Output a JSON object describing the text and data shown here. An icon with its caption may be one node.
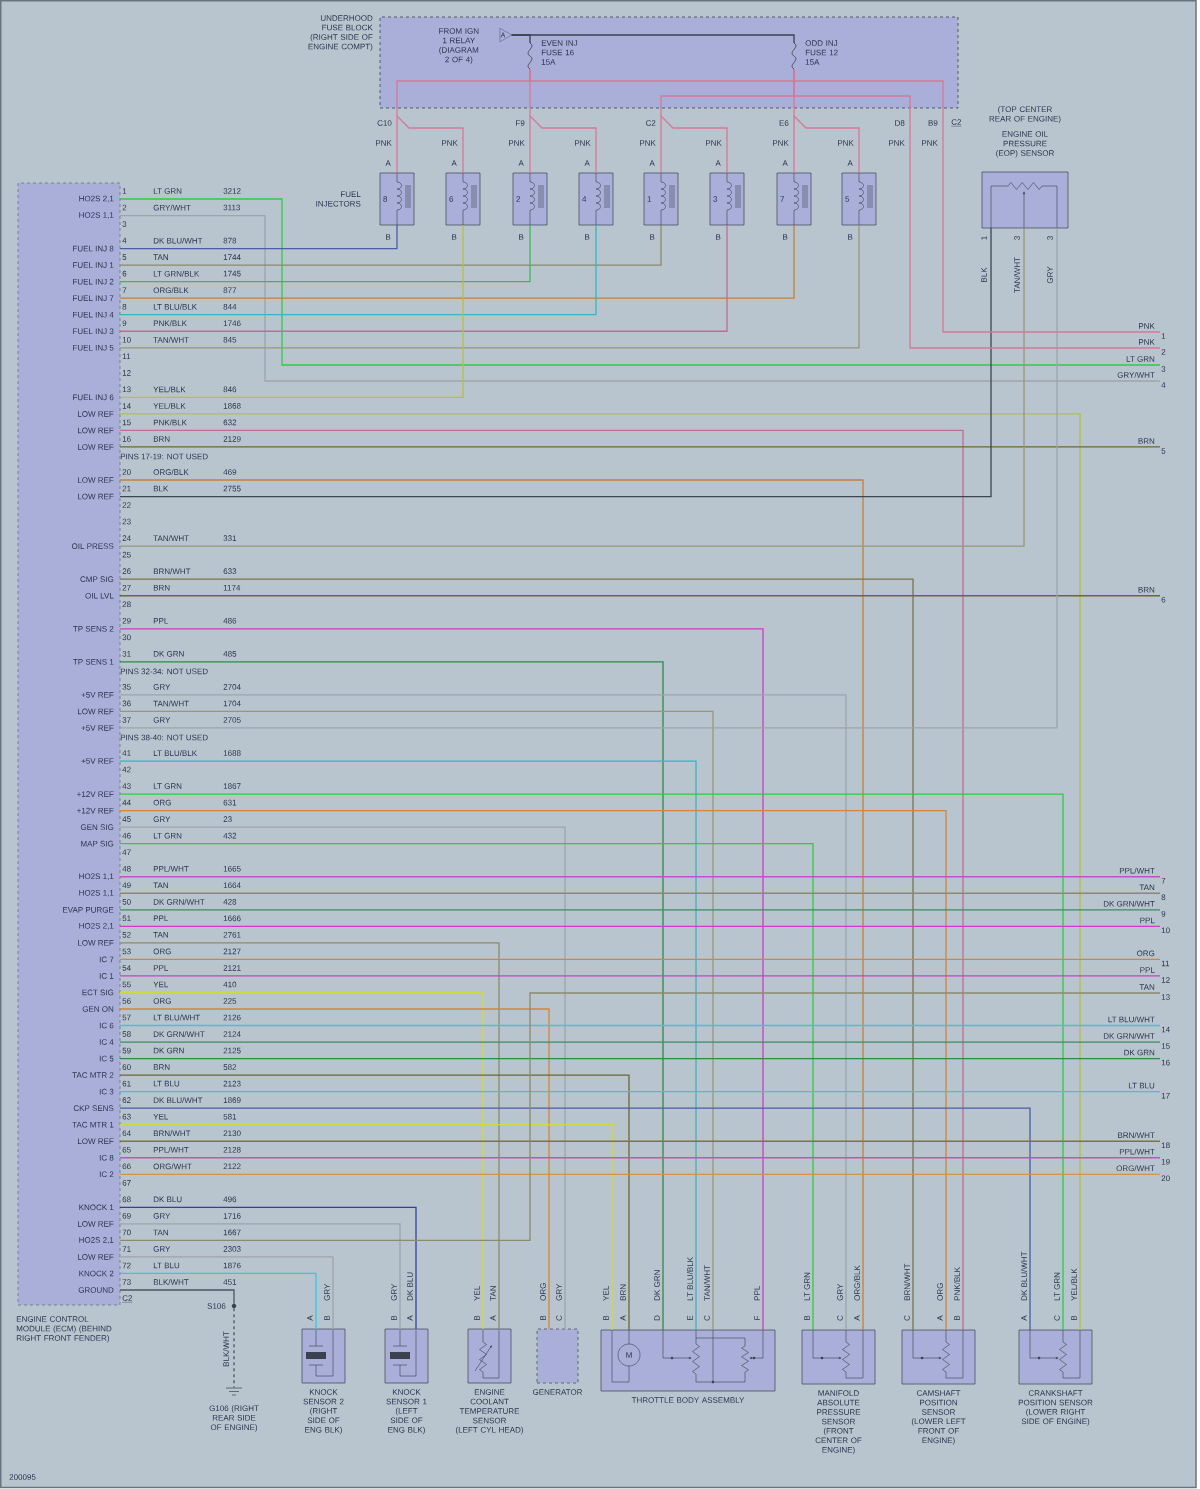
{
  "diagram": {
    "nodes": [
      {
        "text": [
          "HO2S 2,1",
          "HO2S 1,1",
          "FUEL INJ 8",
          "FUEL INJ 1",
          "FUEL INJ 2",
          "FUEL INJ 7",
          "FUEL INJ 4",
          "FUEL INJ 3",
          "FUEL INJ 5",
          "FUEL INJ 6",
          "LOW REF",
          "LOW REF",
          "LOW REF",
          "LOW REF",
          "LOW REF",
          "OIL PRESS",
          "CMP SIG",
          "OIL LVL",
          "TP SENS 2",
          "TP SENS 1",
          "+5V REF",
          "LOW REF",
          "+5V REF",
          "+5V REF",
          "+12V REF",
          "+12V REF",
          "GEN SIG",
          "MAP SIG",
          "HO2S 1,1",
          "HO2S 1,1",
          "EVAP PURGE",
          "HO2S 2,1",
          "LOW REF",
          "IC 7",
          "IC 1",
          "ECT SIG",
          "GEN ON",
          "IC 6",
          "IC 4",
          "IC 5",
          "TAC MTR 2",
          "IC 3",
          "CKP SENS",
          "TAC MTR 1",
          "LOW REF",
          "IC 8",
          "IC 2",
          "KNOCK 1",
          "LOW REF",
          "HO2S 2,1",
          "LOW REF",
          "KNOCK 2",
          "GROUND",
          "ENGINE CONTROL MODULE (ECM) (BEHIND RIGHT FRONT FENDER)"
        ],
        "beside": [
          "C2"
        ]
      },
      {
        "text": [
          "UNDERHOOD FUSE BLOCK (RIGHT SIDE OF ENGINE COMPT)"
        ],
        "beside": [
          "C2"
        ]
      },
      {
        "text": [
          "A"
        ],
        "beside": [
          "FROM IGN 1 RELAY (DIAGRAM 2 OF 4)"
        ],
        "in": 1
      },
      {
        "text": [],
        "shape": "fuse",
        "beside": [
          "EVEN INJ FUSE 16 15A"
        ],
        "in": 1
      },
      {
        "text": [],
        "shape": "fuse",
        "beside": [
          "ODD INJ FUSE 12 15A"
        ],
        "in": 1
      },
      {
        "text": [
          "8"
        ]
      },
      {
        "text": [
          "6"
        ]
      },
      {
        "text": [
          "2"
        ]
      },
      {
        "text": [
          "4"
        ]
      },
      {
        "text": [
          "1"
        ]
      },
      {
        "text": [
          "3"
        ]
      },
      {
        "text": [
          "7"
        ]
      },
      {
        "text": [
          "5"
        ]
      },
      {
        "text": [
          "(TOP CENTER REAR OF ENGINE)",
          "ENGINE OIL PRESSURE (EOP) SENSOR"
        ]
      },
      {
        "text": [],
        "shape": "dot",
        "beside": [
          "S106"
        ]
      },
      {
        "text": [],
        "shape": "ground",
        "beside": [
          "G106 (RIGHT REAR SIDE OF ENGINE)"
        ]
      },
      {
        "text": [
          "KNOCK SENSOR 2",
          "(RIGHT SIDE OF ENG BLK)"
        ]
      },
      {
        "text": [
          "KNOCK SENSOR 1",
          "(LEFT SIDE OF ENG BLK)"
        ]
      },
      {
        "text": [
          "ENGINE COOLANT TEMPERATURE SENSOR",
          "(LEFT CYL HEAD)"
        ]
      },
      {
        "text": [
          "GENERATOR"
        ]
      },
      {
        "text": [
          "THROTTLE BODY ASSEMBLY",
          "M"
        ]
      },
      {
        "text": [
          "MANIFOLD ABSOLUTE PRESSURE SENSOR",
          "(FRONT CENTER OF ENGINE)"
        ]
      },
      {
        "text": [
          "CAMSHAFT POSITION SENSOR",
          "(LOWER LEFT FRONT OF ENGINE)"
        ]
      },
      {
        "text": [
          "CRANKSHAFT POSITION SENSOR",
          "(LOWER RIGHT SIDE OF ENGINE)"
        ]
      },
      {
        "text": [
          "1"
        ]
      },
      {
        "text": [
          "2"
        ]
      },
      {
        "text": [
          "3"
        ]
      },
      {
        "text": [
          "4"
        ]
      },
      {
        "text": [
          "5"
        ]
      },
      {
        "text": [
          "6"
        ]
      },
      {
        "text": [
          "7"
        ]
      },
      {
        "text": [
          "8"
        ]
      },
      {
        "text": [
          "9"
        ]
      },
      {
        "text": [
          "10"
        ]
      },
      {
        "text": [
          "11"
        ]
      },
      {
        "text": [
          "12"
        ]
      },
      {
        "text": [
          "13"
        ]
      },
      {
        "text": [
          "14"
        ]
      },
      {
        "text": [
          "15"
        ]
      },
      {
        "text": [
          "16"
        ]
      },
      {
        "text": [
          "17"
        ]
      },
      {
        "text": [
          "18"
        ]
      },
      {
        "text": [
          "19"
        ]
      },
      {
        "text": [
          "20"
        ]
      }
    ],
    "edges": [
      {
        "from": 2,
        "to": 3,
        "arrow": "none",
        "color": "#39424c"
      },
      {
        "from": 2,
        "to": 4,
        "arrow": "none",
        "color": "#39424c"
      },
      {
        "from": 3,
        "to": 5,
        "arrow": "none",
        "label": "PNK",
        "color": "#d77896"
      },
      {
        "from": 3,
        "to": 6,
        "arrow": "none",
        "label": "PNK",
        "color": "#d77896"
      },
      {
        "from": 3,
        "to": 7,
        "arrow": "none",
        "label": "PNK",
        "color": "#d77896"
      },
      {
        "from": 3,
        "to": 8,
        "arrow": "none",
        "label": "PNK",
        "color": "#d77896"
      },
      {
        "from": 4,
        "to": 9,
        "arrow": "none",
        "label": "PNK",
        "color": "#d77896"
      },
      {
        "from": 4,
        "to": 10,
        "arrow": "none",
        "label": "PNK",
        "color": "#d77896"
      },
      {
        "from": 4,
        "to": 11,
        "arrow": "none",
        "label": "PNK",
        "color": "#d77896"
      },
      {
        "from": 4,
        "to": 12,
        "arrow": "none",
        "label": "PNK",
        "color": "#d77896"
      },
      {
        "from": 4,
        "to": 25,
        "arrow": "none",
        "label": "PNK",
        "color": "#d77896"
      },
      {
        "from": 3,
        "to": 24,
        "arrow": "none",
        "label": "PNK",
        "color": "#d77896"
      },
      {
        "from": 0,
        "to": 26,
        "arrow": "none",
        "label": "LT GRN",
        "color": "#2ecc40"
      },
      {
        "from": 0,
        "to": 27,
        "arrow": "none",
        "label": "GRY/WHT",
        "color": "#9ea4aa"
      },
      {
        "from": 0,
        "to": 5,
        "arrow": "none",
        "color": "#4c5ca8"
      },
      {
        "from": 0,
        "to": 9,
        "arrow": "none",
        "color": "#8c8a6c"
      },
      {
        "from": 0,
        "to": 7,
        "arrow": "none",
        "color": "#3cb85a"
      },
      {
        "from": 0,
        "to": 11,
        "arrow": "none",
        "color": "#c4803c"
      },
      {
        "from": 0,
        "to": 8,
        "arrow": "none",
        "color": "#3ab4c4"
      },
      {
        "from": 0,
        "to": 10,
        "arrow": "none",
        "color": "#c06c98"
      },
      {
        "from": 0,
        "to": 12,
        "arrow": "none",
        "color": "#98967c"
      },
      {
        "from": 0,
        "to": 6,
        "arrow": "none",
        "color": "#b4c040"
      },
      {
        "from": 0,
        "to": 23,
        "arrow": "none",
        "label": "YEL/BLK",
        "color": "#b4c040"
      },
      {
        "from": 0,
        "to": 22,
        "arrow": "none",
        "label": "PNK/BLK",
        "color": "#c06c98"
      },
      {
        "from": 0,
        "to": 28,
        "arrow": "none",
        "label": "BRN",
        "color": "#6c6834"
      },
      {
        "from": 0,
        "to": 21,
        "arrow": "none",
        "label": "ORG/BLK",
        "color": "#c4803c"
      },
      {
        "from": 0,
        "to": 13,
        "arrow": "none",
        "label": "BLK",
        "color": "#3c4650"
      },
      {
        "from": 0,
        "to": 13,
        "arrow": "none",
        "label": "TAN/WHT",
        "color": "#98967c"
      },
      {
        "from": 0,
        "to": 22,
        "arrow": "none",
        "label": "BRN/WHT",
        "color": "#7c7448"
      },
      {
        "from": 0,
        "to": 29,
        "arrow": "none",
        "label": "BRN",
        "color": "#6c6834"
      },
      {
        "from": 0,
        "to": 20,
        "arrow": "none",
        "label": "PPL",
        "color": "#cc3ccc"
      },
      {
        "from": 0,
        "to": 20,
        "arrow": "none",
        "label": "DK GRN",
        "color": "#2c8c44"
      },
      {
        "from": 0,
        "to": 21,
        "arrow": "none",
        "label": "GRY",
        "color": "#9ea4aa"
      },
      {
        "from": 0,
        "to": 20,
        "arrow": "none",
        "label": "TAN/WHT",
        "color": "#98967c"
      },
      {
        "from": 0,
        "to": 13,
        "arrow": "none",
        "label": "GRY",
        "color": "#9ea4aa"
      },
      {
        "from": 0,
        "to": 20,
        "arrow": "none",
        "label": "LT BLU/BLK",
        "color": "#3ab4c4"
      },
      {
        "from": 0,
        "to": 23,
        "arrow": "none",
        "label": "LT GRN",
        "color": "#2ecc40"
      },
      {
        "from": 0,
        "to": 22,
        "arrow": "none",
        "label": "ORG",
        "color": "#d4843c"
      },
      {
        "from": 0,
        "to": 19,
        "arrow": "none",
        "label": "GRY",
        "color": "#9ea4aa"
      },
      {
        "from": 0,
        "to": 21,
        "arrow": "none",
        "label": "LT GRN",
        "color": "#2ecc40"
      },
      {
        "from": 0,
        "to": 30,
        "arrow": "none",
        "label": "PPL/WHT",
        "color": "#c450c8"
      },
      {
        "from": 0,
        "to": 31,
        "arrow": "none",
        "label": "TAN",
        "color": "#8c8a6c"
      },
      {
        "from": 0,
        "to": 32,
        "arrow": "none",
        "label": "DK GRN/WHT",
        "color": "#3c8c60"
      },
      {
        "from": 0,
        "to": 33,
        "arrow": "none",
        "label": "PPL",
        "color": "#cc3ccc"
      },
      {
        "from": 0,
        "to": 18,
        "arrow": "none",
        "label": "TAN",
        "color": "#8c8a6c"
      },
      {
        "from": 0,
        "to": 34,
        "arrow": "none",
        "label": "ORG",
        "color": "#d4843c"
      },
      {
        "from": 0,
        "to": 35,
        "arrow": "none",
        "label": "PPL",
        "color": "#cc3ccc"
      },
      {
        "from": 0,
        "to": 18,
        "arrow": "none",
        "label": "YEL",
        "color": "#d4d83c"
      },
      {
        "from": 0,
        "to": 19,
        "arrow": "none",
        "label": "ORG",
        "color": "#d4843c"
      },
      {
        "from": 0,
        "to": 37,
        "arrow": "none",
        "label": "LT BLU/WHT",
        "color": "#44c4cc"
      },
      {
        "from": 0,
        "to": 38,
        "arrow": "none",
        "label": "DK GRN/WHT",
        "color": "#3c8c60"
      },
      {
        "from": 0,
        "to": 39,
        "arrow": "none",
        "label": "DK GRN",
        "color": "#2c8c44"
      },
      {
        "from": 0,
        "to": 20,
        "arrow": "none",
        "label": "BRN",
        "color": "#6c6834"
      },
      {
        "from": 0,
        "to": 40,
        "arrow": "none",
        "label": "LT BLU",
        "color": "#34c8dc"
      },
      {
        "from": 0,
        "to": 23,
        "arrow": "none",
        "label": "DK BLU/WHT",
        "color": "#4c5ca8"
      },
      {
        "from": 0,
        "to": 20,
        "arrow": "none",
        "label": "YEL",
        "color": "#d4d83c"
      },
      {
        "from": 0,
        "to": 41,
        "arrow": "none",
        "label": "BRN/WHT",
        "color": "#7c7448"
      },
      {
        "from": 0,
        "to": 42,
        "arrow": "none",
        "label": "PPL/WHT",
        "color": "#c450c8"
      },
      {
        "from": 0,
        "to": 43,
        "arrow": "none",
        "label": "ORG/WHT",
        "color": "#d09450"
      },
      {
        "from": 0,
        "to": 17,
        "arrow": "none",
        "label": "DK BLU",
        "color": "#34409c"
      },
      {
        "from": 0,
        "to": 17,
        "arrow": "none",
        "label": "GRY",
        "color": "#9ea4aa"
      },
      {
        "from": 0,
        "to": 36,
        "arrow": "none",
        "label": "TAN",
        "color": "#8c8a6c"
      },
      {
        "from": 0,
        "to": 16,
        "arrow": "none",
        "label": "GRY",
        "color": "#9ea4aa"
      },
      {
        "from": 0,
        "to": 16,
        "arrow": "none",
        "color": "#34c8dc"
      },
      {
        "from": 0,
        "to": 14,
        "arrow": "none",
        "color": "#4c5660"
      },
      {
        "from": 14,
        "to": 15,
        "arrow": "none",
        "label": "BLK/WHT",
        "style": "dashed",
        "color": "#4c5660"
      }
    ],
    "labels": [
      "C10",
      "F9",
      "C2",
      "E6",
      "D8",
      "B9",
      "FUEL INJECTORS",
      "A",
      "B",
      "A",
      "B",
      "A",
      "B",
      "A",
      "B",
      "A",
      "B",
      "A",
      "B",
      "A",
      "B",
      "A",
      "B",
      "1",
      "3",
      "3",
      "1",
      "LT GRN",
      "3212",
      "2",
      "GRY/WHT",
      "3113",
      "3",
      "4",
      "DK BLU/WHT",
      "878",
      "5",
      "TAN",
      "1744",
      "6",
      "LT GRN/BLK",
      "1745",
      "7",
      "ORG/BLK",
      "877",
      "8",
      "LT BLU/BLK",
      "844",
      "9",
      "PNK/BLK",
      "1746",
      "10",
      "TAN/WHT",
      "845",
      "11",
      "12",
      "13",
      "YEL/BLK",
      "846",
      "14",
      "YEL/BLK",
      "1868",
      "15",
      "PNK/BLK",
      "632",
      "16",
      "BRN",
      "2129",
      "PINS 17-19: NOT USED",
      "20",
      "ORG/BLK",
      "469",
      "21",
      "BLK",
      "2755",
      "22",
      "23",
      "24",
      "TAN/WHT",
      "331",
      "25",
      "26",
      "BRN/WHT",
      "633",
      "27",
      "BRN",
      "1174",
      "28",
      "29",
      "PPL",
      "486",
      "30",
      "31",
      "DK GRN",
      "485",
      "PINS 32-34: NOT USED",
      "35",
      "GRY",
      "2704",
      "36",
      "TAN/WHT",
      "1704",
      "37",
      "GRY",
      "2705",
      "PINS 38-40: NOT USED",
      "41",
      "LT BLU/BLK",
      "1688",
      "42",
      "43",
      "LT GRN",
      "1867",
      "44",
      "ORG",
      "631",
      "45",
      "GRY",
      "23",
      "46",
      "LT GRN",
      "432",
      "47",
      "48",
      "PPL/WHT",
      "1665",
      "49",
      "TAN",
      "1664",
      "50",
      "DK GRN/WHT",
      "428",
      "51",
      "PPL",
      "1666",
      "52",
      "TAN",
      "2761",
      "53",
      "ORG",
      "2127",
      "54",
      "PPL",
      "2121",
      "55",
      "YEL",
      "410",
      "56",
      "ORG",
      "225",
      "57",
      "LT BLU/WHT",
      "2126",
      "58",
      "DK GRN/WHT",
      "2124",
      "59",
      "DK GRN",
      "2125",
      "60",
      "BRN",
      "582",
      "61",
      "LT BLU",
      "2123",
      "62",
      "DK BLU/WHT",
      "1869",
      "63",
      "YEL",
      "581",
      "64",
      "BRN/WHT",
      "2130",
      "65",
      "PPL/WHT",
      "2128",
      "66",
      "ORG/WHT",
      "2122",
      "67",
      "68",
      "DK BLU",
      "496",
      "69",
      "GRY",
      "1716",
      "70",
      "TAN",
      "1667",
      "71",
      "GRY",
      "2303",
      "72",
      "LT BLU",
      "1876",
      "73",
      "BLK/WHT",
      "451",
      "PNK",
      "PNK",
      "A",
      "B",
      "B",
      "A",
      "B",
      "A",
      "B",
      "C",
      "B",
      "A",
      "D",
      "E",
      "C",
      "F",
      "B",
      "C",
      "A",
      "C",
      "A",
      "B",
      "A",
      "C",
      "B",
      "200095"
    ]
  }
}
